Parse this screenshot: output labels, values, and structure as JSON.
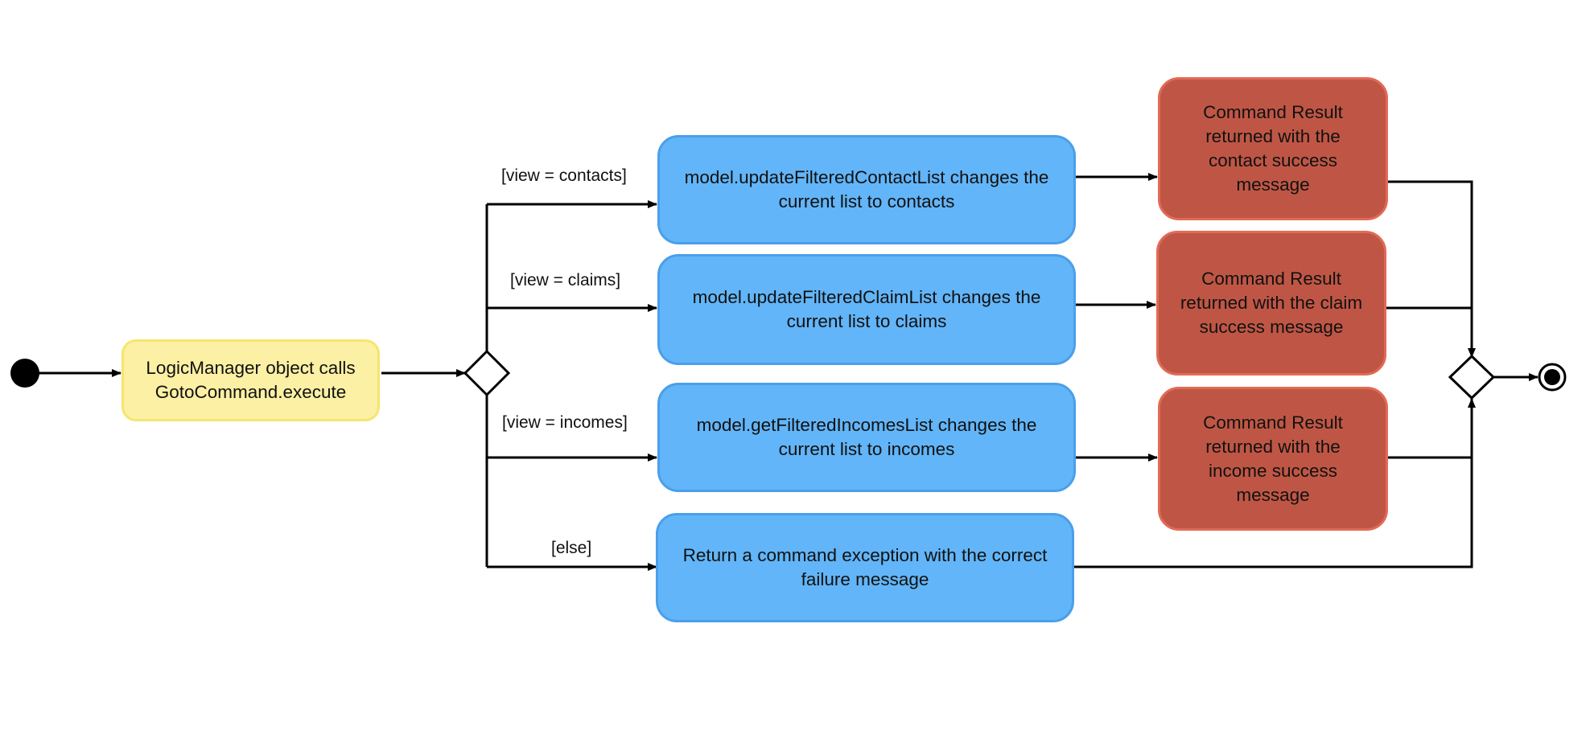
{
  "diagram": {
    "start_action": "LogicManager object calls GotoCommand.execute",
    "guards": {
      "contacts": "[view = contacts]",
      "claims": "[view = claims]",
      "incomes": "[view = incomes]",
      "else": "[else]"
    },
    "actions": {
      "contacts": "model.updateFilteredContactList changes the current list to contacts",
      "claims": "model.updateFilteredClaimList changes the current list to claims",
      "incomes": "model.getFilteredIncomesList changes the current list to incomes",
      "else": "Return a command exception with the correct failure message"
    },
    "results": {
      "contacts": "Command Result returned with the contact success message",
      "claims": "Command Result returned with the claim success message",
      "incomes": "Command Result returned with the income success message"
    },
    "colors": {
      "start_action": "#fbf0a3",
      "action": "#62b5f8",
      "result": "#bf5645",
      "edge": "#000000"
    }
  }
}
